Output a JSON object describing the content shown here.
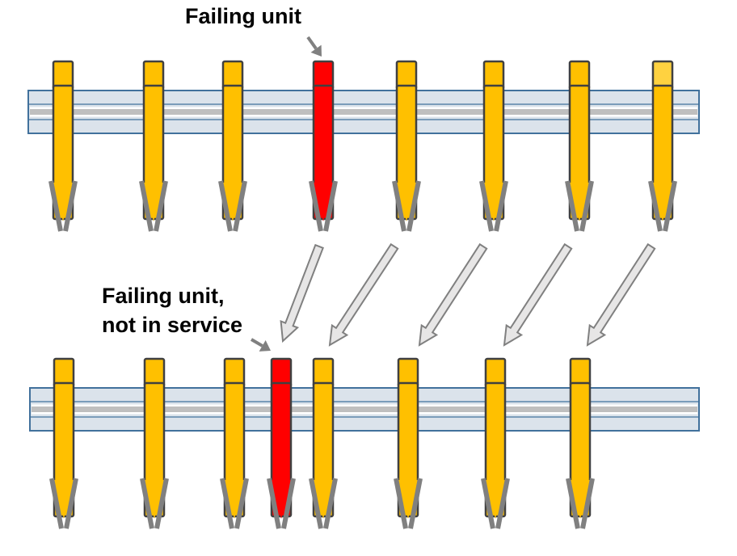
{
  "labels": {
    "top": "Failing unit",
    "bottom_line1": "Failing unit,",
    "bottom_line2": "not in service"
  },
  "colors": {
    "rail_fill": "#dbe3eb",
    "rail_stroke": "#41719c",
    "rail_stripe": "#bfbfbf",
    "unit_ok": "#ffc000",
    "unit_ok_light": "#ffd240",
    "unit_failing": "#ff0000",
    "unit_outline": "#404040",
    "tip": "#808080",
    "shift_arrow_fill": "#e7e6e6",
    "shift_arrow_stroke": "#808080",
    "pointer_arrow": "#808080"
  },
  "rows": [
    {
      "name": "before",
      "units": [
        "ok",
        "ok",
        "ok",
        "failing",
        "ok",
        "ok",
        "ok",
        "ok-light"
      ]
    },
    {
      "name": "after",
      "units": [
        "ok",
        "ok",
        "ok",
        "failing",
        "ok",
        "ok",
        "ok",
        "ok"
      ]
    }
  ]
}
